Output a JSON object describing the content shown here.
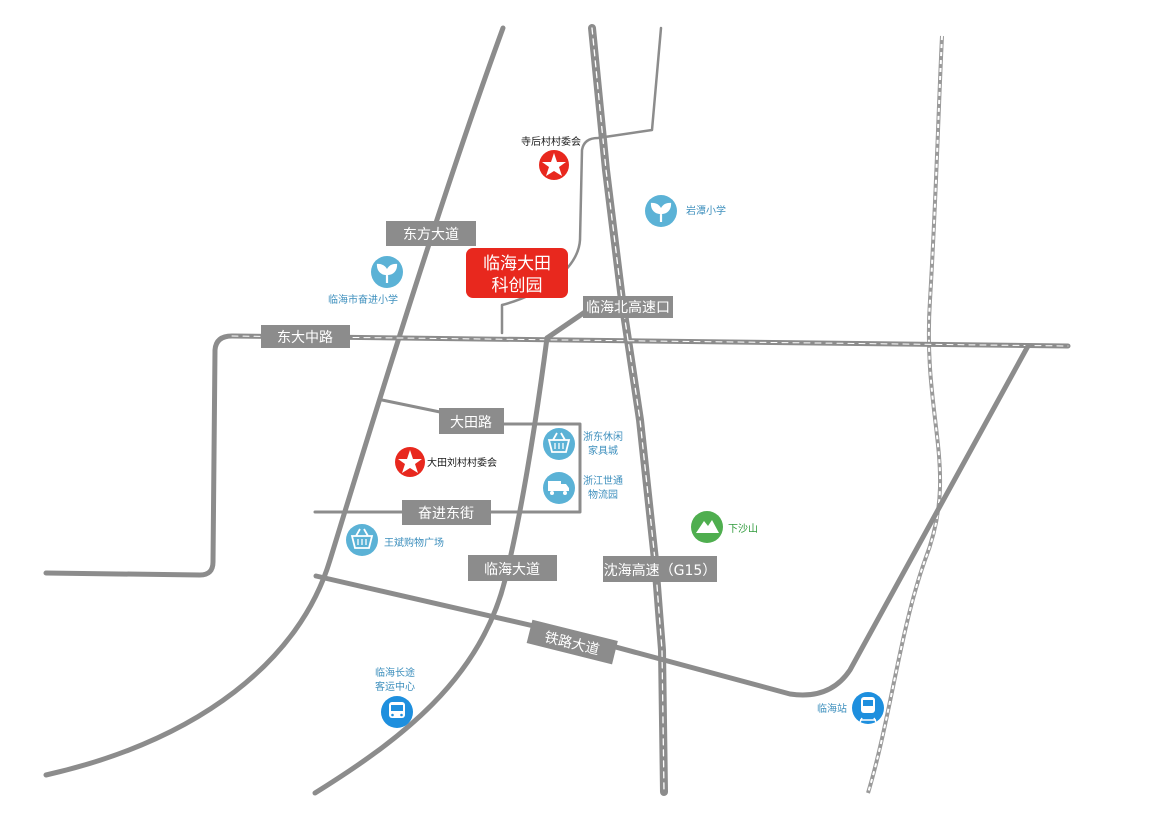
{
  "main_site": {
    "line1": "临海大田",
    "line2": "科创园",
    "color": "#e8281e"
  },
  "roads": {
    "dongfang": "东方大道",
    "dongdazhong": "东大中路",
    "north_exit": "临海北高速口",
    "datian": "大田路",
    "fenjin": "奋进东街",
    "linhai_avenue": "临海大道",
    "g15": "沈海高速（G15）",
    "railway_avenue": "铁路大道"
  },
  "pois": {
    "sihou": "寺后村村委会",
    "yantan": "岩潭小学",
    "fenjin_school": "临海市奋进小学",
    "datianliu": "大田刘村村委会",
    "furniture_1": "浙东休闲",
    "furniture_2": "家具城",
    "logistics_1": "浙江世通",
    "logistics_2": "物流园",
    "xiasha": "下沙山",
    "wangbin": "王斌购物广场",
    "bus_1": "临海长途",
    "bus_2": "客运中心",
    "station": "临海站"
  },
  "icons": {
    "village": "star-icon",
    "school": "sprout-icon",
    "shopping": "basket-icon",
    "logistics": "truck-icon",
    "mountain": "mountain-icon",
    "bus": "bus-icon",
    "train": "train-icon"
  },
  "colors": {
    "road": "#8c8c8c",
    "label_bg": "#8c8c8c",
    "poi_blue": "#5bb2d6",
    "poi_red": "#e8281e",
    "poi_green": "#4fae4f",
    "transit_blue": "#1e8fde"
  }
}
